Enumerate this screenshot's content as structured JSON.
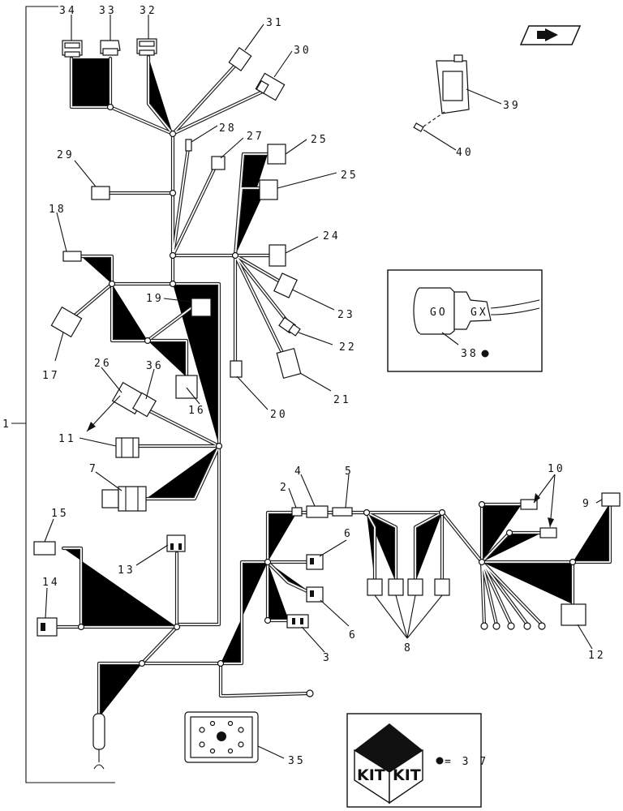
{
  "labels": {
    "n1": "1",
    "n2": "2",
    "n3": "3",
    "n4": "4",
    "n5": "5",
    "n6a": "6",
    "n6b": "6",
    "n7": "7",
    "n8": "8",
    "n9": "9",
    "n10": "10",
    "n11": "11",
    "n12": "12",
    "n13": "13",
    "n14": "14",
    "n15": "15",
    "n16": "16",
    "n17": "17",
    "n18": "18",
    "n19": "19",
    "n20": "20",
    "n21": "21",
    "n22": "22",
    "n23": "23",
    "n24": "24",
    "n25a": "25",
    "n25b": "25",
    "n26": "26",
    "n27": "27",
    "n28": "28",
    "n29": "29",
    "n30": "30",
    "n31": "31",
    "n32": "32",
    "n33": "33",
    "n34": "34",
    "n35": "35",
    "n36": "36",
    "n38": "38",
    "n39": "39",
    "n40": "40"
  },
  "inset": {
    "connector_text_left": "GO",
    "connector_text_right": "GX",
    "label": "38"
  },
  "kit": {
    "word_left": "KIT",
    "word_right": "KIT",
    "legend": "= 3 7"
  },
  "icons": [
    "next-page-icon",
    "kit-box-icon",
    "dot-symbol-icon"
  ],
  "colors": {
    "ink": "#111111",
    "paper": "#ffffff"
  }
}
